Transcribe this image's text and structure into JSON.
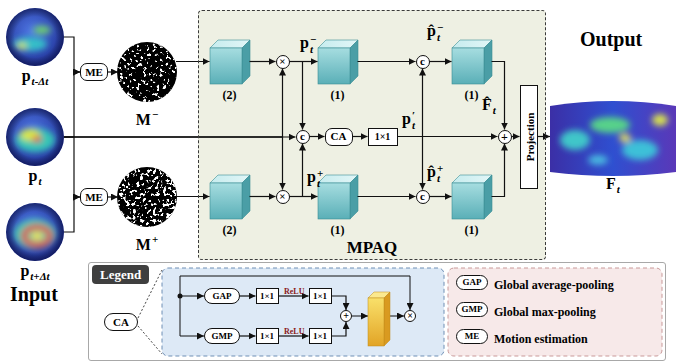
{
  "diagram": {
    "nodes": [
      {
        "text": [
          "p",
          "t-Δt"
        ]
      },
      {
        "text": [
          "p",
          "t"
        ]
      },
      {
        "text": [
          "p",
          "t+Δt"
        ]
      },
      {
        "text": [
          "ME"
        ]
      },
      {
        "text": [
          "ME"
        ]
      },
      {
        "text": [
          "M",
          "−"
        ]
      },
      {
        "text": [
          "M",
          "+"
        ]
      },
      {
        "text": [
          "MPAQ"
        ]
      },
      {
        "text": [
          "(2)"
        ],
        "in": 7
      },
      {
        "text": [
          "×"
        ],
        "in": 7
      },
      {
        "text": [
          "(1)"
        ],
        "in": 7
      },
      {
        "text": [
          "c"
        ],
        "in": 7
      },
      {
        "text": [
          "(1)"
        ],
        "in": 7
      },
      {
        "text": [
          "c"
        ],
        "in": 7
      },
      {
        "text": [
          "CA"
        ],
        "in": 7
      },
      {
        "text": [
          "1×1"
        ],
        "in": 7
      },
      {
        "text": [
          "(2)"
        ],
        "in": 7
      },
      {
        "text": [
          "×"
        ],
        "in": 7
      },
      {
        "text": [
          "(1)"
        ],
        "in": 7
      },
      {
        "text": [
          "c"
        ],
        "in": 7
      },
      {
        "text": [
          "(1)"
        ],
        "in": 7
      },
      {
        "text": [
          "+"
        ],
        "in": 7
      },
      {
        "text": [
          "Projection"
        ],
        "in": 7
      },
      {
        "text": [
          "F",
          "t"
        ]
      },
      {
        "text": [
          "Legend"
        ]
      },
      {
        "text": [
          "CA"
        ],
        "in": 24
      },
      {
        "text": [
          "GAP"
        ],
        "in": 24
      },
      {
        "text": [
          "1×1"
        ],
        "in": 24
      },
      {
        "text": [
          "1×1"
        ],
        "in": 24
      },
      {
        "text": [
          "GMP"
        ],
        "in": 24
      },
      {
        "text": [
          "1×1"
        ],
        "in": 24
      },
      {
        "text": [
          "1×1"
        ],
        "in": 24
      },
      {
        "text": [
          "+"
        ],
        "in": 24
      },
      {
        "text": [
          "×"
        ],
        "in": 24
      },
      {
        "text": [
          "GAP"
        ],
        "in": 24
      },
      {
        "text": [
          "GMP"
        ],
        "in": 24
      },
      {
        "text": [
          "ME"
        ],
        "in": 24
      }
    ],
    "edges": [
      {
        "from": 0,
        "to": 3,
        "arrow": "to"
      },
      {
        "from": 1,
        "to": 3,
        "arrow": "to"
      },
      {
        "from": 1,
        "to": 4,
        "arrow": "to"
      },
      {
        "from": 2,
        "to": 4,
        "arrow": "to"
      },
      {
        "from": 3,
        "to": 5,
        "arrow": "to"
      },
      {
        "from": 4,
        "to": 6,
        "arrow": "to"
      },
      {
        "from": 5,
        "to": 8,
        "arrow": "to"
      },
      {
        "from": 6,
        "to": 16,
        "arrow": "to"
      },
      {
        "from": 8,
        "to": 9,
        "arrow": "to"
      },
      {
        "from": 1,
        "to": 9,
        "arrow": "to"
      },
      {
        "from": 1,
        "to": 13,
        "arrow": "to"
      },
      {
        "from": 1,
        "to": 17,
        "arrow": "to"
      },
      {
        "from": 9,
        "to": 10,
        "arrow": "to"
      },
      {
        "from": 9,
        "to": 13,
        "arrow": "to"
      },
      {
        "from": 16,
        "to": 17,
        "arrow": "to"
      },
      {
        "from": 17,
        "to": 18,
        "arrow": "to"
      },
      {
        "from": 17,
        "to": 13,
        "arrow": "to"
      },
      {
        "from": 10,
        "to": 11,
        "arrow": "to"
      },
      {
        "from": 18,
        "to": 19,
        "arrow": "to"
      },
      {
        "from": 13,
        "to": 14,
        "arrow": "to"
      },
      {
        "from": 14,
        "to": 15,
        "arrow": "to"
      },
      {
        "from": 15,
        "to": 11,
        "arrow": "to"
      },
      {
        "from": 15,
        "to": 19,
        "arrow": "to"
      },
      {
        "from": 15,
        "to": 21,
        "arrow": "to"
      },
      {
        "from": 11,
        "to": 12,
        "arrow": "to"
      },
      {
        "from": 19,
        "to": 20,
        "arrow": "to"
      },
      {
        "from": 12,
        "to": 21,
        "arrow": "to"
      },
      {
        "from": 20,
        "to": 21,
        "arrow": "to"
      },
      {
        "from": 21,
        "to": 22,
        "arrow": "to"
      },
      {
        "from": 22,
        "to": 23,
        "arrow": "to"
      },
      {
        "from": 26,
        "to": 27,
        "arrow": "to"
      },
      {
        "from": 27,
        "to": 28,
        "arrow": "to"
      },
      {
        "from": 29,
        "to": 30,
        "arrow": "to"
      },
      {
        "from": 30,
        "to": 31,
        "arrow": "to"
      },
      {
        "from": 28,
        "to": 32,
        "arrow": "to"
      },
      {
        "from": 31,
        "to": 32,
        "arrow": "to"
      }
    ],
    "labels": [
      "Input",
      "p",
      "t",
      "−",
      "p",
      "t",
      "+",
      "p̂",
      "t",
      "−",
      "p̂",
      "t",
      "+",
      "p",
      "′",
      "t",
      "F̂",
      "t",
      "Output",
      "ReLU",
      "ReLU",
      "Global average-pooling",
      "Global max-pooling",
      "Motion estimation"
    ]
  }
}
